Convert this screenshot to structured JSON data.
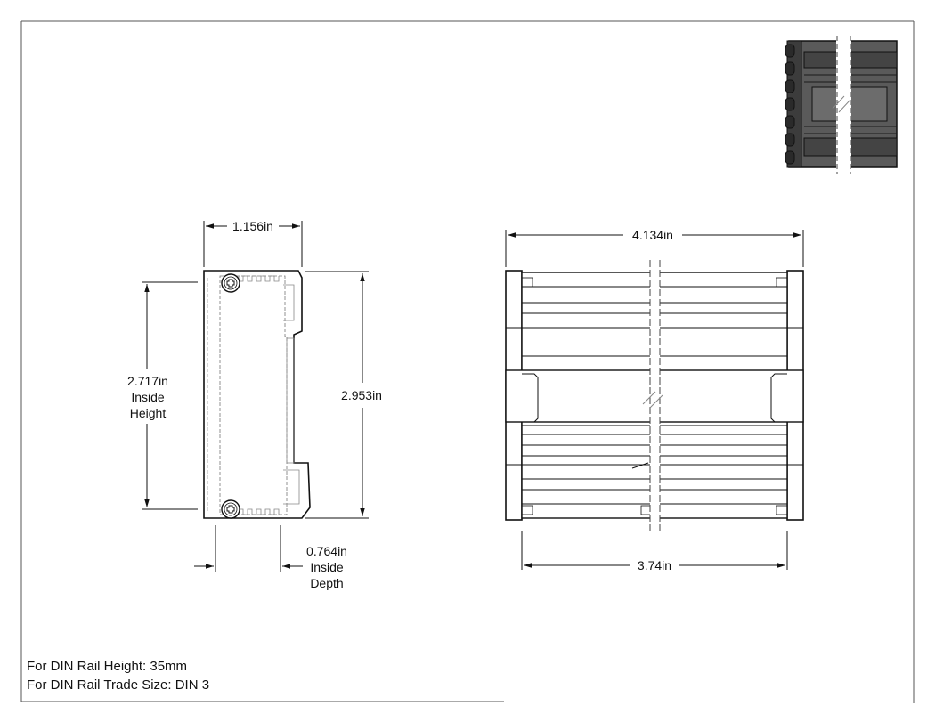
{
  "side_view": {
    "width_label": "1.156in",
    "inside_height": [
      "2.717in",
      "Inside",
      "Height"
    ],
    "height_label": "2.953in",
    "inside_depth": [
      "0.764in",
      "Inside",
      "Depth"
    ]
  },
  "front_view": {
    "width_label": "4.134in",
    "inner_width_label": "3.74in"
  },
  "notes": {
    "rail_height": "For DIN Rail Height: 35mm",
    "trade_size": "For DIN Rail Trade Size: DIN 3"
  }
}
